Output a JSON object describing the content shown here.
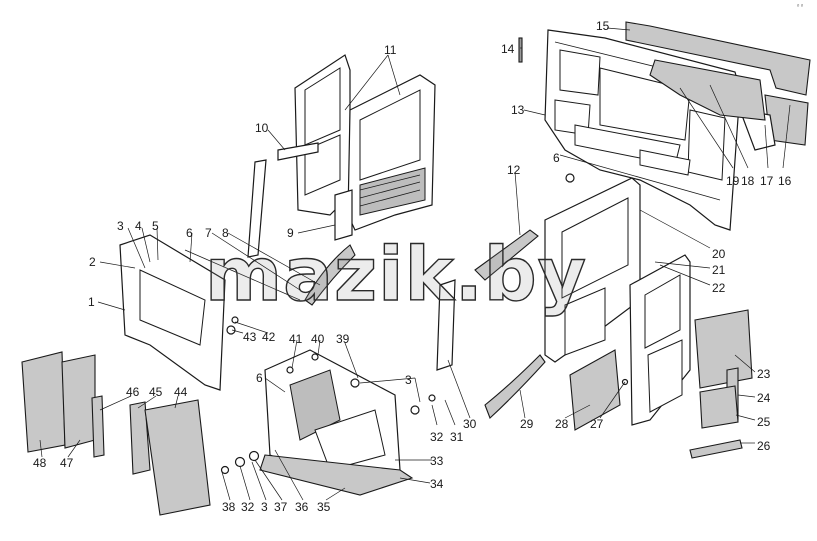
{
  "watermark": "mazik.by",
  "corner_mark": "ᵒ ᵒ",
  "callouts": {
    "n1": "1",
    "n2": "2",
    "n3a": "3",
    "n3b": "3",
    "n3c": "3",
    "n4": "4",
    "n5": "5",
    "n6a": "6",
    "n6b": "6",
    "n6c": "6",
    "n7": "7",
    "n8": "8",
    "n9": "9",
    "n10": "10",
    "n11": "11",
    "n12": "12",
    "n13": "13",
    "n14": "14",
    "n15": "15",
    "n16": "16",
    "n17": "17",
    "n18": "18",
    "n19": "19",
    "n20": "20",
    "n21": "21",
    "n22": "22",
    "n23": "23",
    "n24": "24",
    "n25": "25",
    "n26": "26",
    "n27": "27",
    "n28": "28",
    "n29": "29",
    "n30": "30",
    "n31": "31",
    "n32a": "32",
    "n32b": "32",
    "n33": "33",
    "n34": "34",
    "n35": "35",
    "n36": "36",
    "n37": "37",
    "n38": "38",
    "n39": "39",
    "n40": "40",
    "n41": "41",
    "n42": "42",
    "n43": "43",
    "n44": "44",
    "n45": "45",
    "n46": "46",
    "n47": "47",
    "n48": "48"
  },
  "colors": {
    "line": "#1a1a1a",
    "fill_grey": "#c8c8c8",
    "fill_dark": "#9a9a9a",
    "background": "#ffffff"
  }
}
